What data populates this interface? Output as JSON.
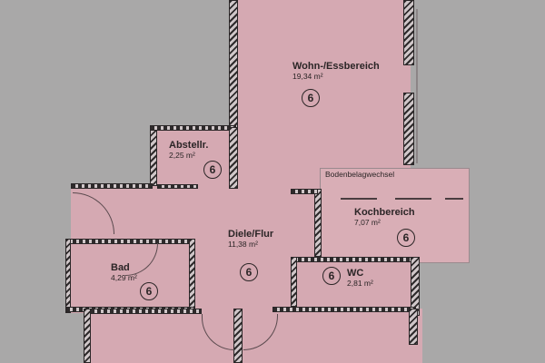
{
  "plan": {
    "type": "apartment floor plan (photographed printout)",
    "background_color": "#a9a8a8",
    "fill_color": "#d5a9b2",
    "rooms": [
      {
        "id": "wohn",
        "name": "Wohn-/Essbereich",
        "area": "19,34 m²",
        "marker": "6"
      },
      {
        "id": "abstell",
        "name": "Abstellr.",
        "area": "2,25 m²",
        "marker": "6"
      },
      {
        "id": "koch",
        "name": "Kochbereich",
        "area": "7,07 m²",
        "marker": "6"
      },
      {
        "id": "diele",
        "name": "Diele/Flur",
        "area": "11,38 m²",
        "marker": "6"
      },
      {
        "id": "bad",
        "name": "Bad",
        "area": "4,29 m²",
        "marker": "6"
      },
      {
        "id": "wc",
        "name": "WC",
        "area": "2,81 m²",
        "marker": "6"
      }
    ],
    "annotations": [
      {
        "id": "floor-change",
        "text": "Bodenbelagwechsel"
      }
    ]
  }
}
